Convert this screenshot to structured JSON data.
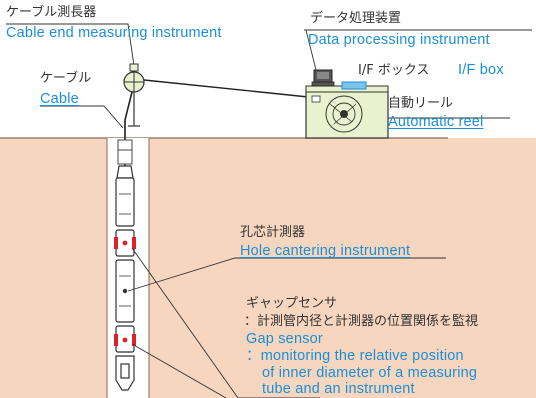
{
  "colors": {
    "ground": "#f7d6bf",
    "ground_edge": "#8a6a55",
    "label_blue": "#1a8fd8",
    "label_dark": "#333333",
    "sensor_red": "#e0202a",
    "device_green": "#e8f2cf"
  },
  "labels": {
    "cable_meter_jp": "ケーブル測長器",
    "cable_meter_en": "Cable end measuring instrument",
    "data_proc_jp": "データ処理装置",
    "data_proc_en": "Data processing instrument",
    "if_box_jp": "I/F ボックス",
    "if_box_en": "I/F box",
    "auto_reel_jp": "自動リール",
    "auto_reel_en": "Automatic reel",
    "cable_jp": "ケーブル",
    "cable_en": "Cable",
    "hole_jp": "孔芯計測器",
    "hole_en": "Hole cantering instrument",
    "gap_jp": "ギャップセンサ",
    "gap_desc_jp": "：計測管内径と計測器の位置関係を監視",
    "gap_en": "Gap sensor",
    "gap_desc_en_1": "：monitoring the relative position",
    "gap_desc_en_2": "of inner diameter of a measuring",
    "gap_desc_en_3": "tube and an instrument"
  },
  "icons": {
    "reel": "reel-icon",
    "meter": "pulley-icon",
    "computer": "computer-icon"
  }
}
